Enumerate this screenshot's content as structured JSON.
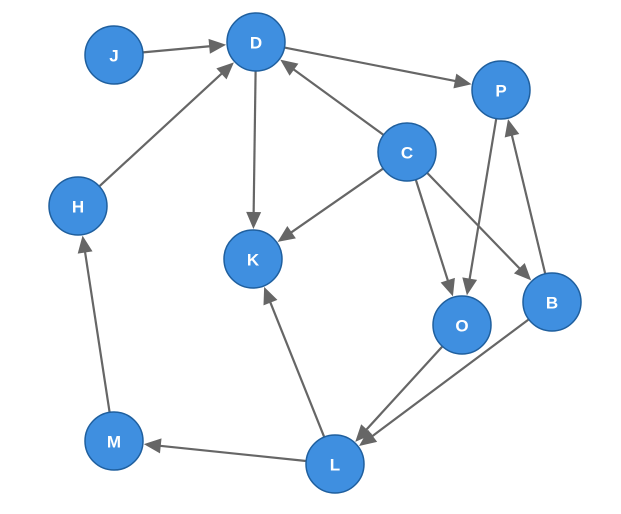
{
  "nodes": [
    {
      "id": "J",
      "label": "J"
    },
    {
      "id": "D",
      "label": "D"
    },
    {
      "id": "P",
      "label": "P"
    },
    {
      "id": "C",
      "label": "C"
    },
    {
      "id": "H",
      "label": "H"
    },
    {
      "id": "K",
      "label": "K"
    },
    {
      "id": "B",
      "label": "B"
    },
    {
      "id": "O",
      "label": "O"
    },
    {
      "id": "M",
      "label": "M"
    },
    {
      "id": "L",
      "label": "L"
    }
  ],
  "edges": [
    {
      "from": "J",
      "to": "D"
    },
    {
      "from": "D",
      "to": "P"
    },
    {
      "from": "D",
      "to": "K"
    },
    {
      "from": "C",
      "to": "D"
    },
    {
      "from": "C",
      "to": "K"
    },
    {
      "from": "C",
      "to": "O"
    },
    {
      "from": "C",
      "to": "B"
    },
    {
      "from": "P",
      "to": "O"
    },
    {
      "from": "B",
      "to": "P"
    },
    {
      "from": "H",
      "to": "D"
    },
    {
      "from": "M",
      "to": "H"
    },
    {
      "from": "L",
      "to": "K"
    },
    {
      "from": "L",
      "to": "M"
    },
    {
      "from": "O",
      "to": "L"
    },
    {
      "from": "B",
      "to": "L"
    }
  ],
  "colors": {
    "node_fill": "#3f8fe0",
    "node_stroke": "#1f5f9e",
    "edge": "#666666",
    "label": "#ffffff"
  }
}
